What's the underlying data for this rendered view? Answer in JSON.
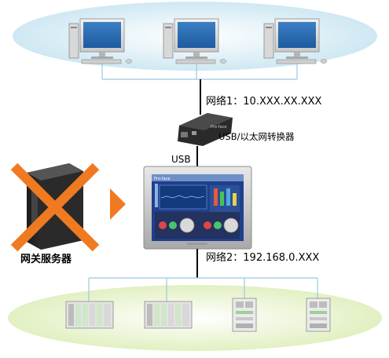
{
  "labels": {
    "network1": "网络1：10.XXX.XX.XXX",
    "converter": "USB/以太网转换器",
    "usb": "USB",
    "gateway_server": "网关服务器",
    "network2": "网络2：192.168.0.XXX"
  },
  "colors": {
    "ellipse_top": "#d9eef7",
    "ellipse_bottom": "#e6f3c9",
    "cross": "#f07a21",
    "arrow": "#f07a21",
    "network_line": "#9cc8de",
    "link_line": "#000000"
  },
  "icons": {
    "pc": "desktop-pc-icon",
    "converter": "usb-ethernet-converter-icon",
    "hmi": "hmi-touch-panel-icon",
    "server": "server-tower-icon",
    "plc": "plc-rack-icon",
    "io": "io-module-icon"
  }
}
